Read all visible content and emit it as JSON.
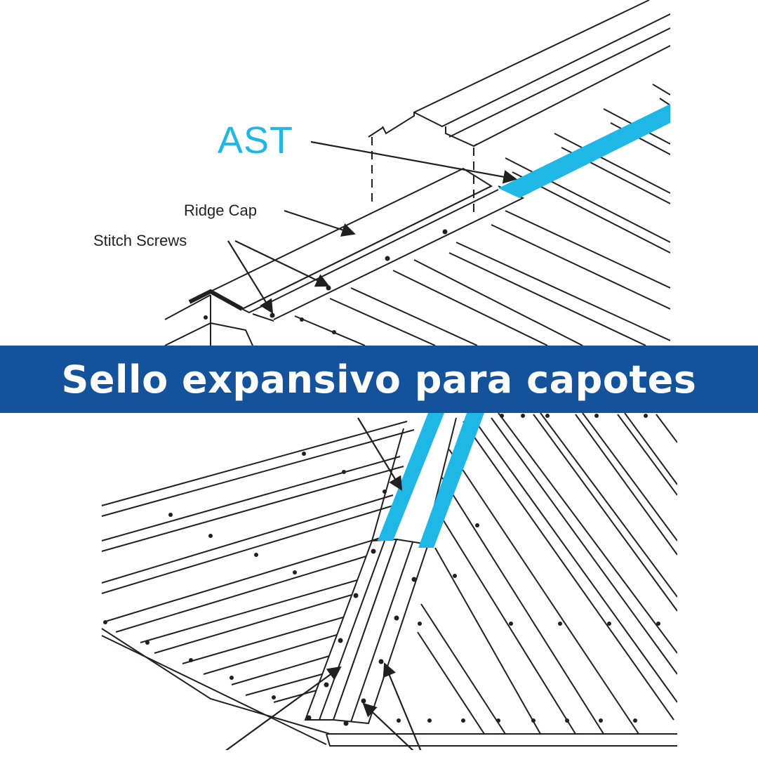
{
  "labels": {
    "ast": "AST",
    "ridge_cap": "Ridge Cap",
    "stitch_screws": "Stitch Screws"
  },
  "banner": {
    "text": "Sello expansivo para capotes"
  },
  "colors": {
    "tape": "#1fb8e6",
    "banner_bg": "#14529c",
    "line": "#231f20",
    "label_accent": "#1fb8e6"
  }
}
